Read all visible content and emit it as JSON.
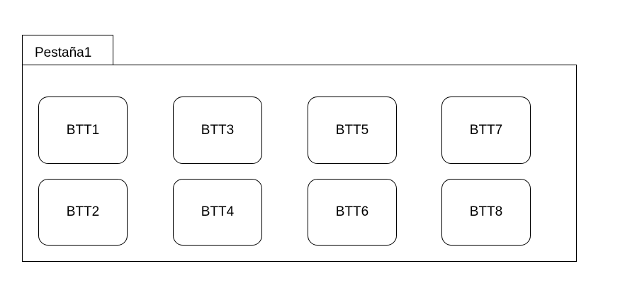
{
  "tab": {
    "label": "Pestaña1"
  },
  "buttons": [
    {
      "label": "BTT1"
    },
    {
      "label": "BTT2"
    },
    {
      "label": "BTT3"
    },
    {
      "label": "BTT4"
    },
    {
      "label": "BTT5"
    },
    {
      "label": "BTT6"
    },
    {
      "label": "BTT7"
    },
    {
      "label": "BTT8"
    }
  ]
}
